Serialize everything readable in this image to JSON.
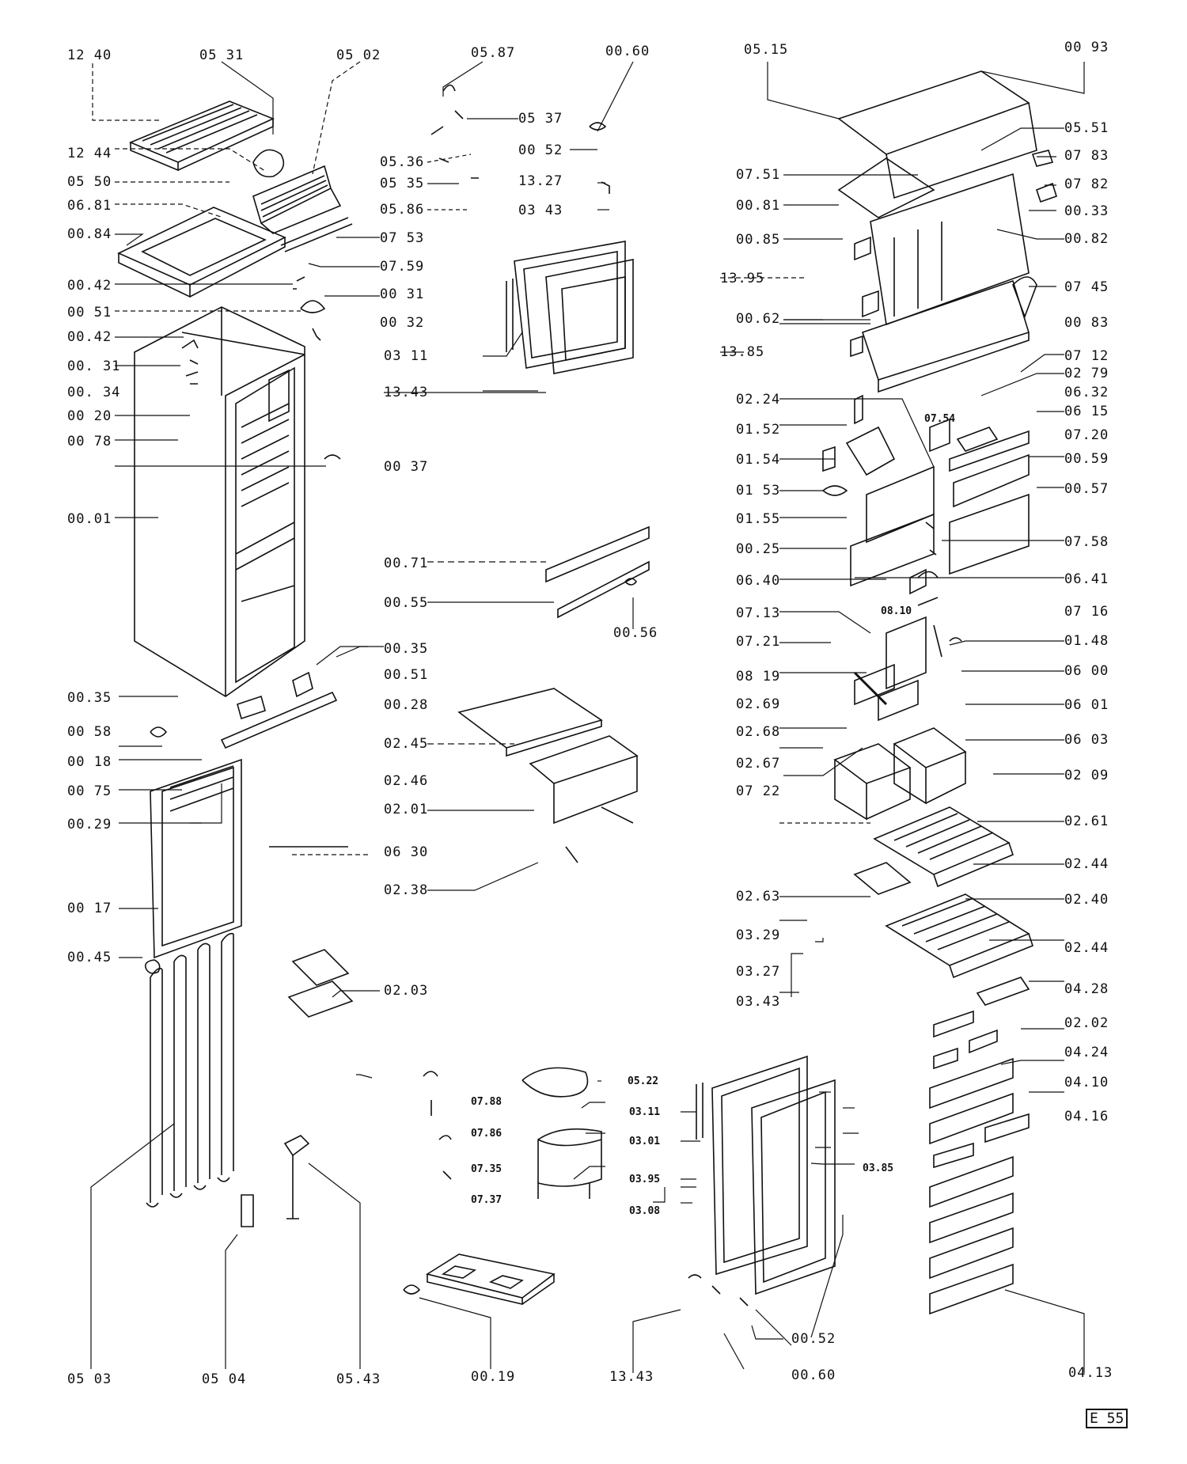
{
  "labels": [
    {
      "id": "12_40_top",
      "text": "12 40"
    },
    {
      "id": "05_31",
      "text": "05 31"
    },
    {
      "id": "05_02",
      "text": "05 02"
    },
    {
      "id": "05_87",
      "text": "05.87"
    },
    {
      "id": "00_60_top",
      "text": "00.60"
    },
    {
      "id": "05_15",
      "text": "05.15"
    },
    {
      "id": "00_93",
      "text": "00 93"
    },
    {
      "id": "05_37",
      "text": "05 37"
    },
    {
      "id": "05_36",
      "text": "05.36"
    },
    {
      "id": "00_52_top",
      "text": "00 52"
    },
    {
      "id": "05_51",
      "text": "05.51"
    },
    {
      "id": "12_44",
      "text": "12 44"
    },
    {
      "id": "07_83",
      "text": "07 83"
    },
    {
      "id": "05_50",
      "text": "05 50"
    },
    {
      "id": "05_35",
      "text": "05 35"
    },
    {
      "id": "13_27",
      "text": "13.27"
    },
    {
      "id": "07_51",
      "text": "07.51"
    },
    {
      "id": "07_82",
      "text": "07 82"
    },
    {
      "id": "06_81",
      "text": "06.81"
    },
    {
      "id": "05_86",
      "text": "05.86"
    },
    {
      "id": "03_43_top",
      "text": "03 43"
    },
    {
      "id": "00_81",
      "text": "00.81"
    },
    {
      "id": "00_33",
      "text": "00.33"
    },
    {
      "id": "00_84",
      "text": "00.84"
    },
    {
      "id": "07_53",
      "text": "07 53"
    },
    {
      "id": "00_85",
      "text": "00.85"
    },
    {
      "id": "00_82",
      "text": "00.82"
    },
    {
      "id": "07_59",
      "text": "07.59"
    },
    {
      "id": "00_42_a",
      "text": "00.42"
    },
    {
      "id": "13_95",
      "text": "13.95"
    },
    {
      "id": "07_45",
      "text": "07 45"
    },
    {
      "id": "00_31_r",
      "text": "00 31"
    },
    {
      "id": "00_51_l",
      "text": "00 51"
    },
    {
      "id": "00_62",
      "text": "00.62"
    },
    {
      "id": "00_32",
      "text": "00 32"
    },
    {
      "id": "00_83",
      "text": "00 83"
    },
    {
      "id": "00_42_b",
      "text": "00.42"
    },
    {
      "id": "03_11_top",
      "text": "03 11"
    },
    {
      "id": "13_85",
      "text": "13.85"
    },
    {
      "id": "07_12",
      "text": "07 12"
    },
    {
      "id": "00_31_l",
      "text": "00. 31"
    },
    {
      "id": "02_79",
      "text": "02 79"
    },
    {
      "id": "00_34",
      "text": "00. 34"
    },
    {
      "id": "13_43_top",
      "text": "13.43"
    },
    {
      "id": "06_32",
      "text": "06.32"
    },
    {
      "id": "02_24",
      "text": "02.24"
    },
    {
      "id": "00_20",
      "text": "00 20"
    },
    {
      "id": "06_15",
      "text": "06 15"
    },
    {
      "id": "07_54",
      "text": "07.54"
    },
    {
      "id": "01_52",
      "text": "01.52"
    },
    {
      "id": "00_78",
      "text": "00 78"
    },
    {
      "id": "07_20",
      "text": "07.20"
    },
    {
      "id": "00_37",
      "text": "00 37"
    },
    {
      "id": "01_54",
      "text": "01.54"
    },
    {
      "id": "00_59",
      "text": "00.59"
    },
    {
      "id": "01_53",
      "text": "01 53"
    },
    {
      "id": "00_57",
      "text": "00.57"
    },
    {
      "id": "00_01",
      "text": "00.01"
    },
    {
      "id": "01_55",
      "text": "01.55"
    },
    {
      "id": "00_25",
      "text": "00.25"
    },
    {
      "id": "07_58",
      "text": "07.58"
    },
    {
      "id": "00_71",
      "text": "00.71"
    },
    {
      "id": "06_40",
      "text": "06.40"
    },
    {
      "id": "06_41",
      "text": "06.41"
    },
    {
      "id": "00_55",
      "text": "00.55"
    },
    {
      "id": "08_10",
      "text": "08.10"
    },
    {
      "id": "07_13",
      "text": "07.13"
    },
    {
      "id": "07_16",
      "text": "07 16"
    },
    {
      "id": "00_56",
      "text": "00.56"
    },
    {
      "id": "07_21",
      "text": "07.21"
    },
    {
      "id": "01_48",
      "text": "01.48"
    },
    {
      "id": "00_35_r",
      "text": "00.35"
    },
    {
      "id": "08_19",
      "text": "08 19"
    },
    {
      "id": "06_00",
      "text": "06 00"
    },
    {
      "id": "00_51_r",
      "text": "00.51"
    },
    {
      "id": "02_69",
      "text": "02.69"
    },
    {
      "id": "00_35_l",
      "text": "00.35"
    },
    {
      "id": "00_28",
      "text": "00.28"
    },
    {
      "id": "06_01",
      "text": "06 01"
    },
    {
      "id": "00_58",
      "text": "00 58"
    },
    {
      "id": "02_68",
      "text": "02.68"
    },
    {
      "id": "02_45",
      "text": "02.45"
    },
    {
      "id": "06_03",
      "text": "06 03"
    },
    {
      "id": "00_18",
      "text": "00 18"
    },
    {
      "id": "02_67",
      "text": "02.67"
    },
    {
      "id": "02_46",
      "text": "02.46"
    },
    {
      "id": "02_09",
      "text": "02 09"
    },
    {
      "id": "00_75",
      "text": "00 75"
    },
    {
      "id": "07_22",
      "text": "07 22"
    },
    {
      "id": "02_01",
      "text": "02.01"
    },
    {
      "id": "00_29",
      "text": "00.29"
    },
    {
      "id": "02_61",
      "text": "02.61"
    },
    {
      "id": "06_30",
      "text": "06 30"
    },
    {
      "id": "02_44_a",
      "text": "02.44"
    },
    {
      "id": "02_38",
      "text": "02.38"
    },
    {
      "id": "02_63",
      "text": "02.63"
    },
    {
      "id": "00_17",
      "text": "00 17"
    },
    {
      "id": "02_40",
      "text": "02.40"
    },
    {
      "id": "03_29",
      "text": "03.29"
    },
    {
      "id": "02_44_b",
      "text": "02.44"
    },
    {
      "id": "00_45",
      "text": "00.45"
    },
    {
      "id": "03_27",
      "text": "03.27"
    },
    {
      "id": "02_03",
      "text": "02.03"
    },
    {
      "id": "04_28",
      "text": "04.28"
    },
    {
      "id": "03_43_bot",
      "text": "03.43"
    },
    {
      "id": "02_02",
      "text": "02.02"
    },
    {
      "id": "04_24",
      "text": "04.24"
    },
    {
      "id": "05_22",
      "text": "05.22"
    },
    {
      "id": "07_88",
      "text": "07.88"
    },
    {
      "id": "04_10",
      "text": "04.10"
    },
    {
      "id": "03_11_bot",
      "text": "03.11"
    },
    {
      "id": "04_16",
      "text": "04.16"
    },
    {
      "id": "07_86",
      "text": "07.86"
    },
    {
      "id": "03_01",
      "text": "03.01"
    },
    {
      "id": "07_35",
      "text": "07.35"
    },
    {
      "id": "03_95",
      "text": "03.95"
    },
    {
      "id": "03_85",
      "text": "03.85"
    },
    {
      "id": "07_37",
      "text": "07.37"
    },
    {
      "id": "03_08",
      "text": "03.08"
    },
    {
      "id": "00_52_bot",
      "text": "00.52"
    },
    {
      "id": "05_03",
      "text": "05 03"
    },
    {
      "id": "05_04",
      "text": "05 04"
    },
    {
      "id": "05_43",
      "text": "05.43"
    },
    {
      "id": "00_19",
      "text": "00.19"
    },
    {
      "id": "13_43_bot",
      "text": "13.43"
    },
    {
      "id": "00_60_bot",
      "text": "00.60"
    },
    {
      "id": "04_13",
      "text": "04.13"
    }
  ],
  "page_code": "E 55"
}
